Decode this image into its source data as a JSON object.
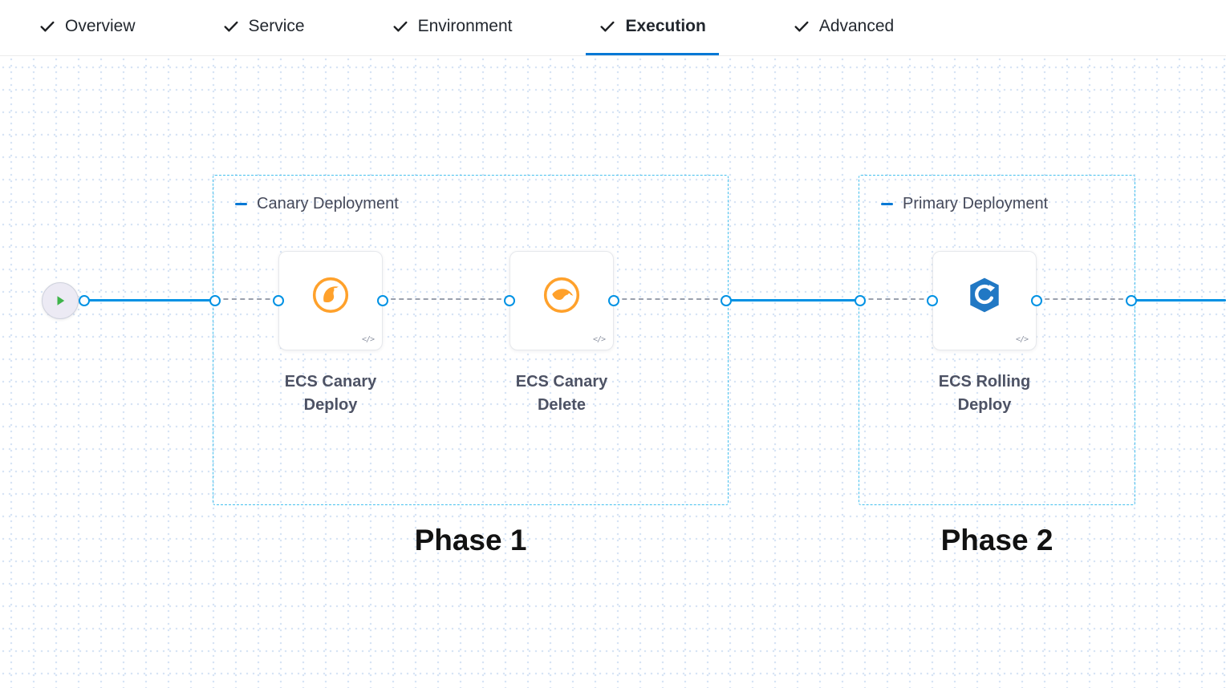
{
  "tabs": [
    {
      "label": "Overview",
      "active": false
    },
    {
      "label": "Service",
      "active": false
    },
    {
      "label": "Environment",
      "active": false
    },
    {
      "label": "Execution",
      "active": true
    },
    {
      "label": "Advanced",
      "active": false
    }
  ],
  "pipeline": {
    "groups": [
      {
        "label": "Canary Deployment",
        "phase_label": "Phase 1",
        "steps": [
          {
            "name": "ECS Canary Deploy",
            "icon": "ecs-canary-deploy-icon"
          },
          {
            "name": "ECS Canary Delete",
            "icon": "ecs-canary-delete-icon"
          }
        ]
      },
      {
        "label": "Primary Deployment",
        "phase_label": "Phase 2",
        "steps": [
          {
            "name": "ECS Rolling Deploy",
            "icon": "ecs-rolling-deploy-icon"
          }
        ]
      }
    ]
  },
  "icons": {
    "code_glyph": "</>"
  },
  "colors": {
    "accent": "#0278d5",
    "flow_line": "#0092e4",
    "group_border": "#45c0ee",
    "connector_dashed": "#9aa0ad",
    "canary_orange": "#ffa12b",
    "ecs_blue": "#2178c4",
    "play_green": "#3eb44a",
    "grid_dot": "#d7e4f5"
  }
}
